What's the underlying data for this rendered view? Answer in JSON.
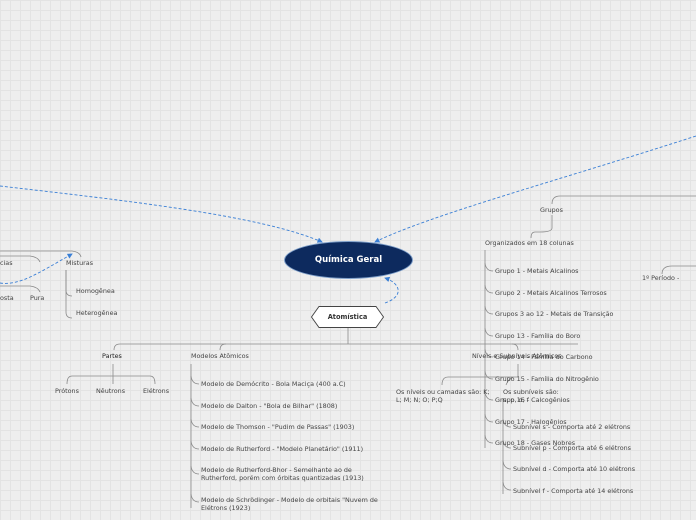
{
  "central": "Química Geral",
  "atomistica": "Atomística",
  "left_branch": {
    "substancias_partial": "cias",
    "misturas": "Misturas",
    "homogenea": "Homogênea",
    "heterogenea": "Heterogênea",
    "composta_partial": "osta",
    "pura": "Pura"
  },
  "partes": {
    "label": "Partes",
    "items": [
      "Prótons",
      "Nêutrons",
      "Elétrons"
    ]
  },
  "modelos": {
    "label": "Modelos Atômicos",
    "items": [
      "Modelo de Demócrito - Bola Maciça (400 a.C)",
      "Modelo de Dalton - \"Bola de Bilhar\" (1808)",
      "Modelo de Thomson - \"Pudim de Passas\" (1903)",
      "Modelo de Rutherford - \"Modelo Planetário\" (1911)",
      "Modelo de Rutherford-Bhor - Semelhante ao de Rutherford, porém com órbitas quantizadas (1913)",
      "Modelo de Schrödinger - Modelo de orbitais \"Nuvem de Elétrons (1923)"
    ]
  },
  "niveis": {
    "label": "Níveis e Subníveis Atômicos",
    "camadas": "Os níveis ou camadas são: K; L; M; N; O; P;Q",
    "subniveis_label": "Os subníveis são:",
    "subniveis_partial": "s, p, d, f",
    "items": [
      "Subnível s - Comporta até 2 elétrons",
      "Subnível p - Comporta até 6 elétrons",
      "Subnível d - Comporta até 10 elétrons",
      "Subnível f - Comporta até 14 elétrons"
    ]
  },
  "grupos": {
    "label": "Grupos",
    "organizados": "Organizados em 18 colunas",
    "items": [
      "Grupo 1 - Metais Alcalinos",
      "Grupo 2 - Metais Alcalinos Terrosos",
      "Grupos 3 ao 12 - Metais de Transição",
      "Grupo 13 - Família do Boro",
      "Grupo 14 - Família do Carbono",
      "Grupo 15 - Família do Nitrogênio",
      "Grupo 16 - Calcogênios",
      "Grupo 17 - Halogênios",
      "Grupo 18 - Gases Nobres"
    ]
  },
  "periodo": "1º Período -",
  "colors": {
    "central_fill": "#0d2a5e",
    "central_border": "#7d9ec9",
    "dashed_link": "#3a7fd5",
    "branch_line": "#8a8a8a",
    "background": "#eeeeee"
  }
}
